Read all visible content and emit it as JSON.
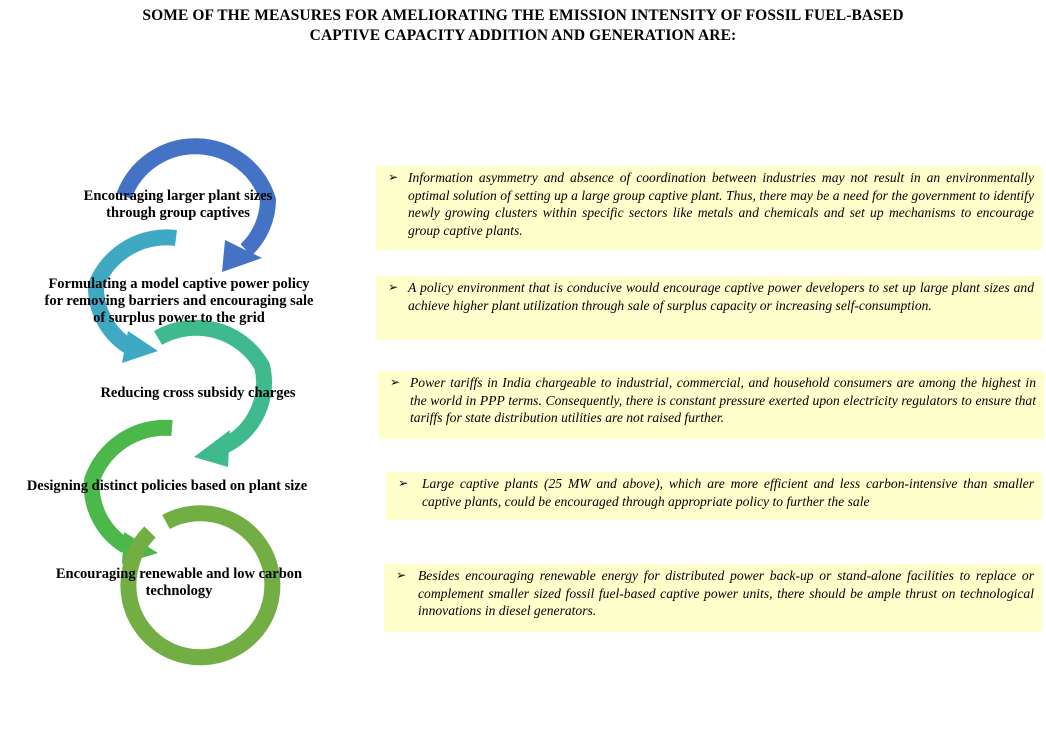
{
  "title": {
    "line1": "SOME OF THE MEASURES FOR AMELIORATING THE EMISSION INTENSITY OF FOSSIL FUEL-BASED",
    "line2": "CAPTIVE CAPACITY ADDITION AND GENERATION ARE:"
  },
  "bullet_glyph": "➢",
  "colors": {
    "arrow1": "#4472c4",
    "arrow2": "#3fa9c4",
    "arrow3": "#3fba8f",
    "arrow4": "#4cb84c",
    "arrow5": "#72ae44",
    "box_bg": "#ffffcc"
  },
  "steps": [
    {
      "label_lines": [
        "Encouraging larger plant sizes",
        "through group captives"
      ],
      "description": "Information asymmetry and absence of coordination between industries may not result in an environmentally optimal solution of setting up a large group captive plant. Thus, there may be a need for the government to identify newly growing clusters within specific sectors like metals and chemicals and set up mechanisms to encourage group captive plants."
    },
    {
      "label_lines": [
        "Formulating a model captive power policy",
        "for removing barriers and encouraging sale",
        "of surplus power to the grid"
      ],
      "description": "A policy environment that is conducive would encourage captive power developers to set up large plant sizes and achieve higher plant utilization through sale of surplus capacity or increasing self-consumption."
    },
    {
      "label_lines": [
        "Reducing cross subsidy charges"
      ],
      "description": "Power tariffs in India chargeable to industrial, commercial, and household consumers are among the highest in the world in PPP terms. Consequently, there is constant pressure exerted upon electricity regulators to ensure that tariffs for state distribution utilities are not raised further."
    },
    {
      "label_lines": [
        "Designing distinct policies based on plant size"
      ],
      "description": "Large captive plants (25 MW and above), which are more efficient and less carbon-intensive than smaller captive plants, could be encouraged through appropriate policy to further the sale"
    },
    {
      "label_lines": [
        "Encouraging renewable and low carbon",
        "technology"
      ],
      "description": "Besides encouraging renewable energy for distributed power back-up or stand-alone facilities to replace or complement smaller sized fossil fuel-based captive power units, there should be ample thrust on technological innovations in diesel generators."
    }
  ]
}
